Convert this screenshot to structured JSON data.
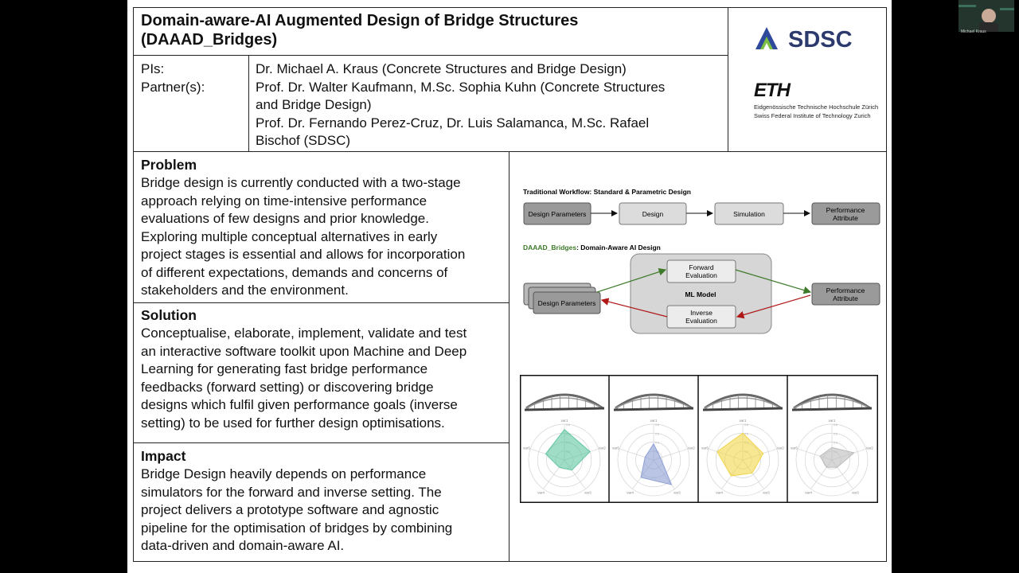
{
  "title_line1": "Domain-aware-AI Augmented Design of Bridge Structures",
  "title_line2": "(DAAAD_Bridges)",
  "pi_labels": [
    "PIs:",
    "Partner(s):"
  ],
  "pi_lines": [
    "Dr. Michael A. Kraus (Concrete Structures and Bridge Design)",
    "Prof. Dr. Walter Kaufmann, M.Sc. Sophia Kuhn (Concrete Structures",
    "and Bridge Design)",
    "Prof. Dr. Fernando Perez-Cruz, Dr. Luis Salamanca, M.Sc. Rafael",
    "Bischof (SDSC)"
  ],
  "logos": {
    "sdsc": "SDSC",
    "eth": "ETH",
    "eth_line1": "Eidgenössische Technische Hochschule Zürich",
    "eth_line2": "Swiss Federal Institute of Technology Zurich"
  },
  "problem": {
    "heading": "Problem",
    "lines": [
      "Bridge design is currently conducted with a two-stage",
      "approach relying on time-intensive performance",
      "evaluations of few designs and prior knowledge.",
      "Exploring multiple conceptual alternatives in early",
      "project stages is essential and allows for incorporation",
      "of different expectations, demands and concerns of",
      "stakeholders and the environment."
    ]
  },
  "solution": {
    "heading": "Solution",
    "lines": [
      "Conceptualise, elaborate, implement, validate and test",
      "an interactive software toolkit upon Machine and Deep",
      "Learning for generating fast bridge performance",
      "feedbacks (forward setting) or discovering bridge",
      "designs which fulfil given performance goals (inverse",
      "setting) to be used for further design optimisations."
    ]
  },
  "impact": {
    "heading": "Impact",
    "lines": [
      "Bridge Design heavily depends on performance",
      "simulators for the forward and inverse setting. The",
      "project delivers a prototype software and agnostic",
      "pipeline for the optimisation of bridges by combining",
      "data-driven and domain-aware AI."
    ]
  },
  "diagram": {
    "traditional_title": "Traditional Workflow: Standard & Parametric Design",
    "traditional_boxes": [
      "Design Parameters",
      "Design",
      "Simulation",
      "Performance",
      "Attribute"
    ],
    "daaad_prefix": "DAAAD_Bridges",
    "daaad_suffix": ": Domain-Aware AI Design",
    "design_params": "Design Parameters",
    "forward": [
      "Forward",
      "Evaluation"
    ],
    "ml_model": "ML Model",
    "inverse": [
      "Inverse",
      "Evaluation"
    ],
    "performance": [
      "Performance",
      "Attribute"
    ],
    "colors": {
      "forward_arrow": "#3e7a2a",
      "inverse_arrow": "#b01818",
      "daaad_text": "#3e7a2a"
    }
  },
  "radar_panels": {
    "axis_labels": [
      "var1",
      "var2",
      "var3",
      "var4",
      "var5"
    ],
    "ring_labels": [
      "0.2",
      "0.4",
      "0.6",
      "0.8"
    ],
    "panels": [
      {
        "color": "#5fc7a0",
        "values": [
          0.85,
          0.75,
          0.35,
          0.25,
          0.55
        ]
      },
      {
        "color": "#8c9ed4",
        "values": [
          0.45,
          0.2,
          0.85,
          0.6,
          0.25
        ]
      },
      {
        "color": "#f2d64a",
        "values": [
          0.75,
          0.6,
          0.45,
          0.55,
          0.75
        ]
      },
      {
        "color": "#bcbcbc",
        "values": [
          0.35,
          0.65,
          0.25,
          0.25,
          0.35
        ]
      }
    ]
  },
  "video": {
    "name": "Michael Kraus"
  }
}
